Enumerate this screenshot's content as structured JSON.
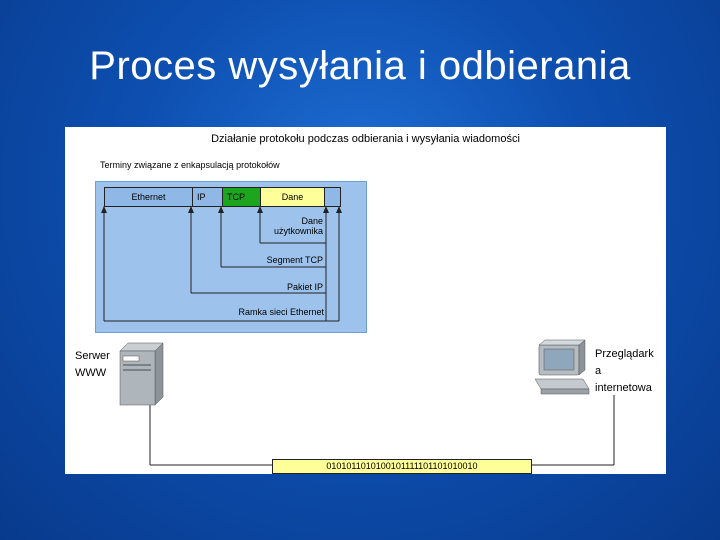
{
  "slide": {
    "title": "Proces wysyłania i odbierania"
  },
  "diagram": {
    "title": "Działanie protokołu podczas odbierania i wysyłania wiadomości",
    "encapsulation_caption": "Terminy związane z enkapsulacją protokołów",
    "frame_fields": {
      "ethernet": "Ethernet",
      "ip": "IP",
      "tcp": "TCP",
      "dane": "Dane"
    },
    "levels": {
      "user_data_line1": "Dane",
      "user_data_line2": "użytkownika",
      "tcp_segment": "Segment TCP",
      "ip_packet": "Pakiet IP",
      "ethernet_frame": "Ramka sieci Ethernet"
    },
    "server": {
      "label_line1": "Serwer",
      "label_line2": "WWW",
      "icon": "server-icon"
    },
    "client": {
      "label_line1": "Przeglądark",
      "label_line2": "a",
      "label_line3": "internetowa",
      "icon": "computer-icon"
    },
    "binary_stream": "0101011010100101111101101010010"
  },
  "colors": {
    "background": "#0d4fb0",
    "panel": "#ffffff",
    "encap_box": "#9dc3ec",
    "tcp_field": "#1ea51e",
    "data_field": "#ffff99"
  }
}
